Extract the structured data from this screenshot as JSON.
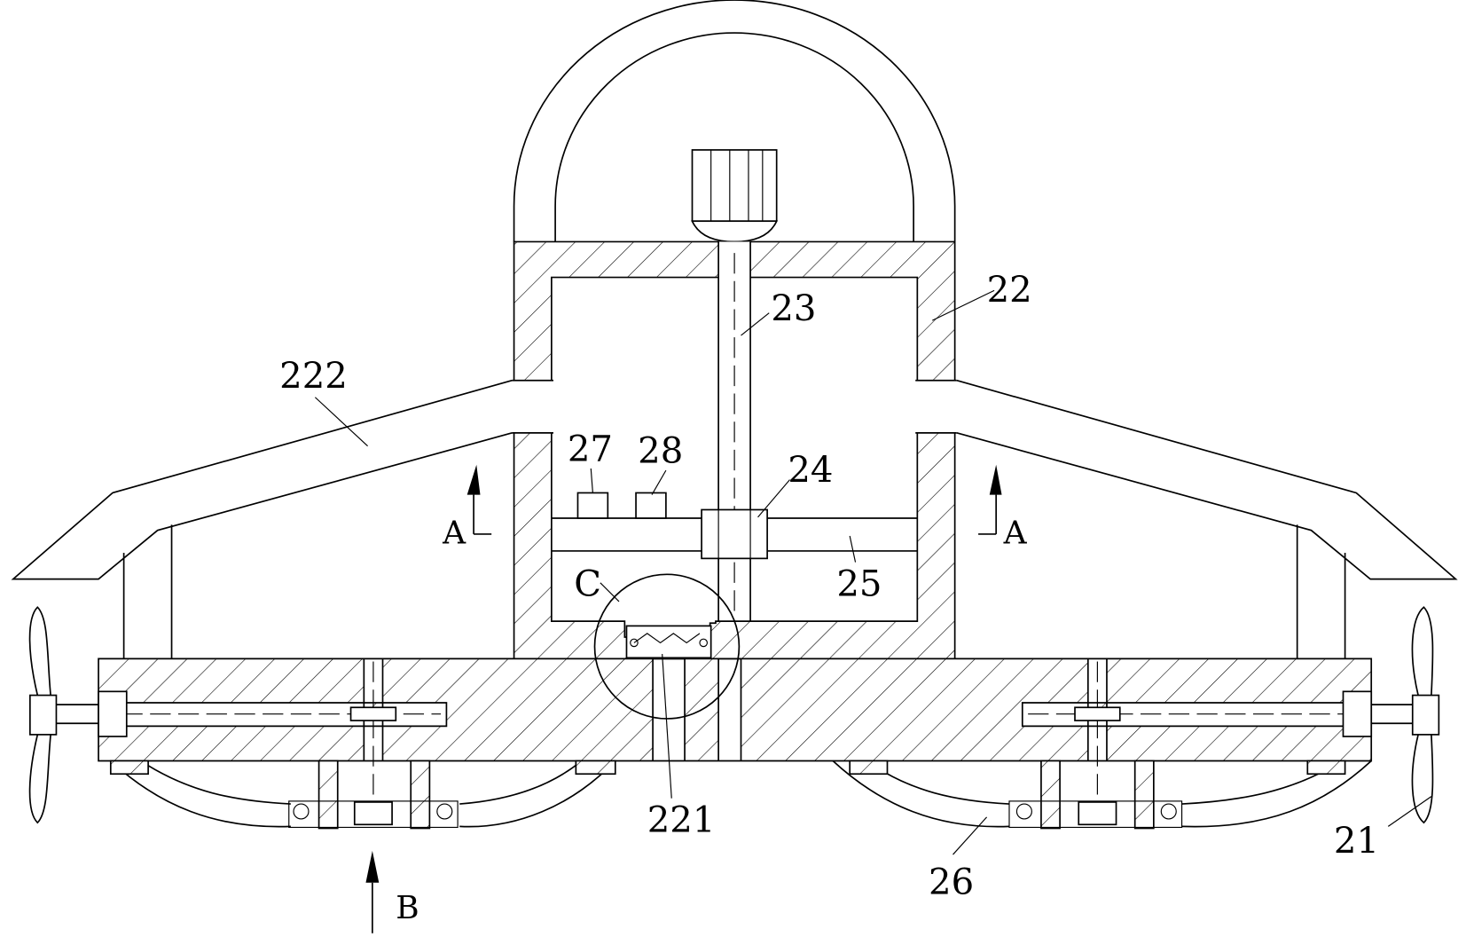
{
  "labels": {
    "l222": "222",
    "l22": "22",
    "l23": "23",
    "l27": "27",
    "l28": "28",
    "l24": "24",
    "l25": "25",
    "lC": "C",
    "l221": "221",
    "l21": "21",
    "l26": "26",
    "lA_left": "A",
    "lA_right": "A",
    "lB": "B"
  },
  "colors": {
    "ink": "#000000",
    "paper": "#ffffff"
  }
}
